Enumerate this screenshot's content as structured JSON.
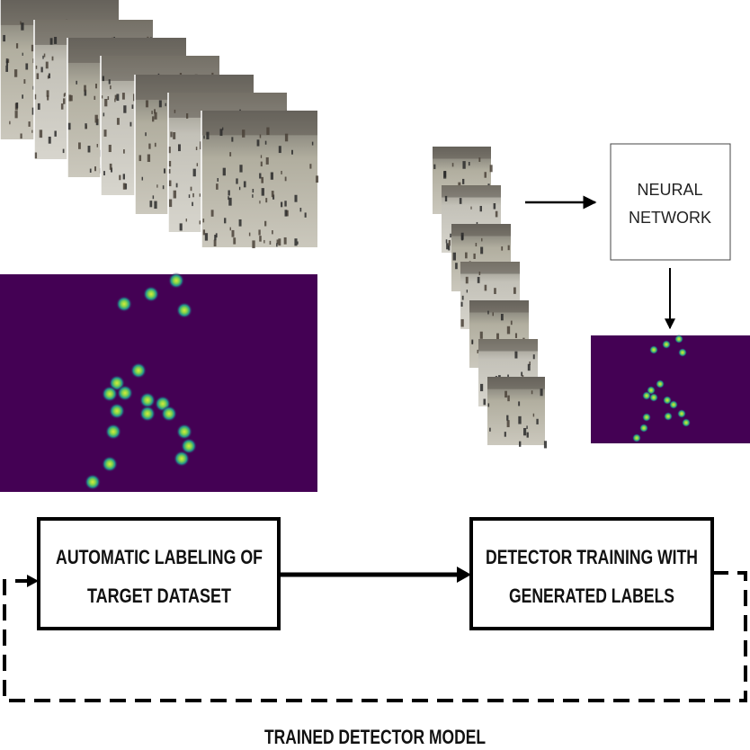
{
  "diagram": {
    "neural_network_box": {
      "lines": [
        "NEURAL",
        "NETWORK"
      ]
    },
    "labeling_box": {
      "lines": [
        "AUTOMATIC LABELING OF",
        "TARGET DATASET"
      ]
    },
    "training_box": {
      "lines": [
        "DETECTOR TRAINING WITH",
        "GENERATED LABELS"
      ]
    },
    "feedback_label": "TRAINED DETECTOR MODEL",
    "colors": {
      "heatmap_background": "#440154",
      "heat_peak": "#9fda3a",
      "heat_mid": "#21908d",
      "photo_ground": "#b9b7ae",
      "line": "#000000"
    },
    "icons": [
      "crowd-frame-stack",
      "density-heatmap",
      "arrow-right",
      "arrow-down",
      "dashed-feedback-loop"
    ]
  }
}
